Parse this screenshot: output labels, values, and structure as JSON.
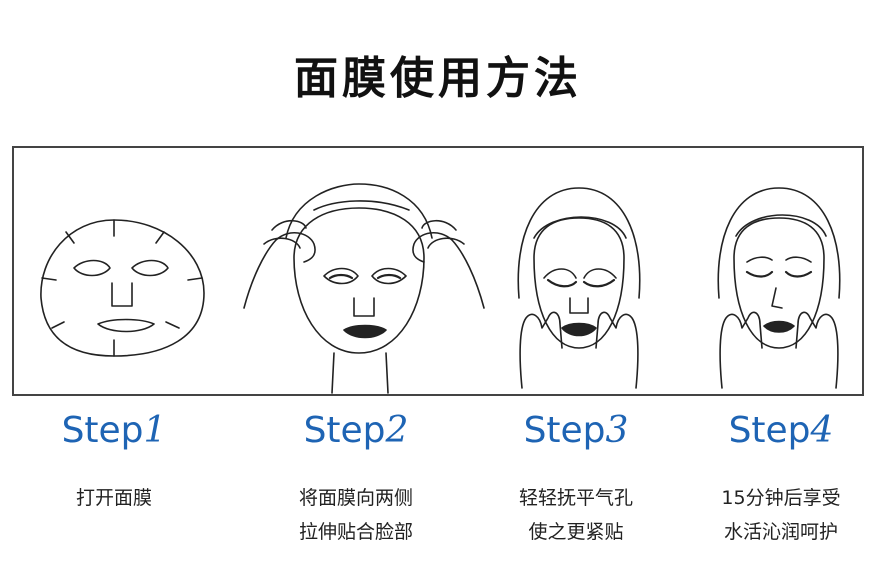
{
  "title": "面膜使用方法",
  "steps": [
    {
      "word": "Step",
      "num": "1",
      "lines": [
        "打开面膜"
      ]
    },
    {
      "word": "Step",
      "num": "2",
      "lines": [
        "将面膜向两侧",
        "拉伸贴合脸部"
      ]
    },
    {
      "word": "Step",
      "num": "3",
      "lines": [
        "轻轻抚平气孔",
        "使之更紧贴"
      ]
    },
    {
      "word": "Step",
      "num": "4",
      "lines": [
        "15分钟后享受",
        "水活沁润呵护"
      ]
    }
  ],
  "colors": {
    "step_label": "#1e64b4",
    "text": "#222222",
    "frame": "#444444"
  }
}
